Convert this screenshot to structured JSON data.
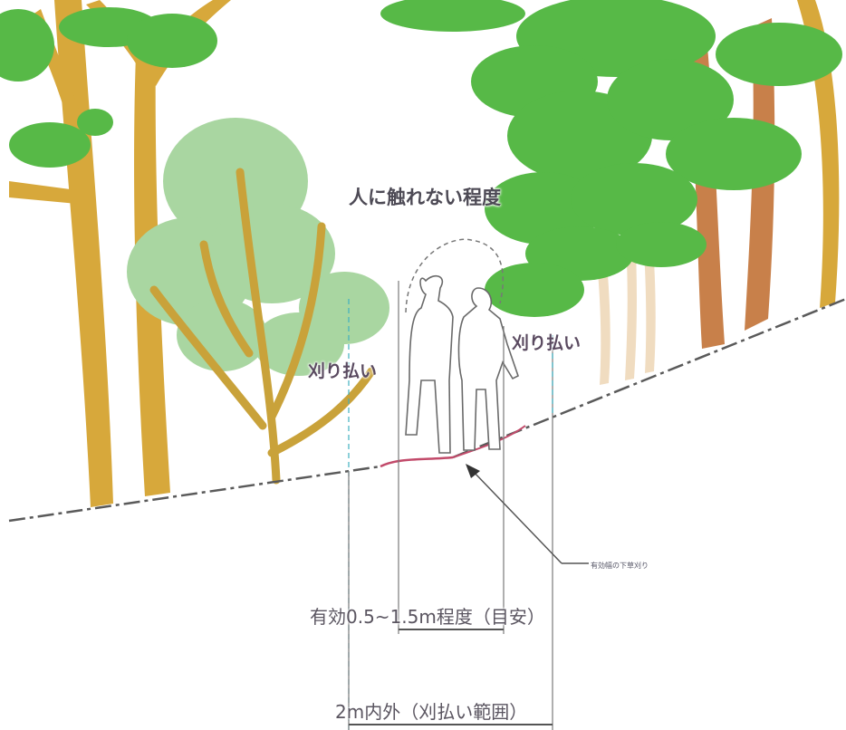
{
  "labels": {
    "top": "人に触れない程度",
    "left_cut": "刈り払い",
    "right_cut": "刈り払い",
    "effective_width": "有効0.5~1.5m程度（目安）",
    "total_width": "2m内外（刈払い範囲）",
    "small_note": "有効幅の下草刈り"
  },
  "colors": {
    "trunk_tan": "#d7a83b",
    "trunk_brown": "#c8804a",
    "trunk_cream": "#f0dcc0",
    "foliage_dark": "#57b947",
    "foliage_light": "#a9d6a1",
    "guide_line": "#6a6a6a",
    "teal_line": "#3fb0c0",
    "red_path": "#c24a6a"
  }
}
